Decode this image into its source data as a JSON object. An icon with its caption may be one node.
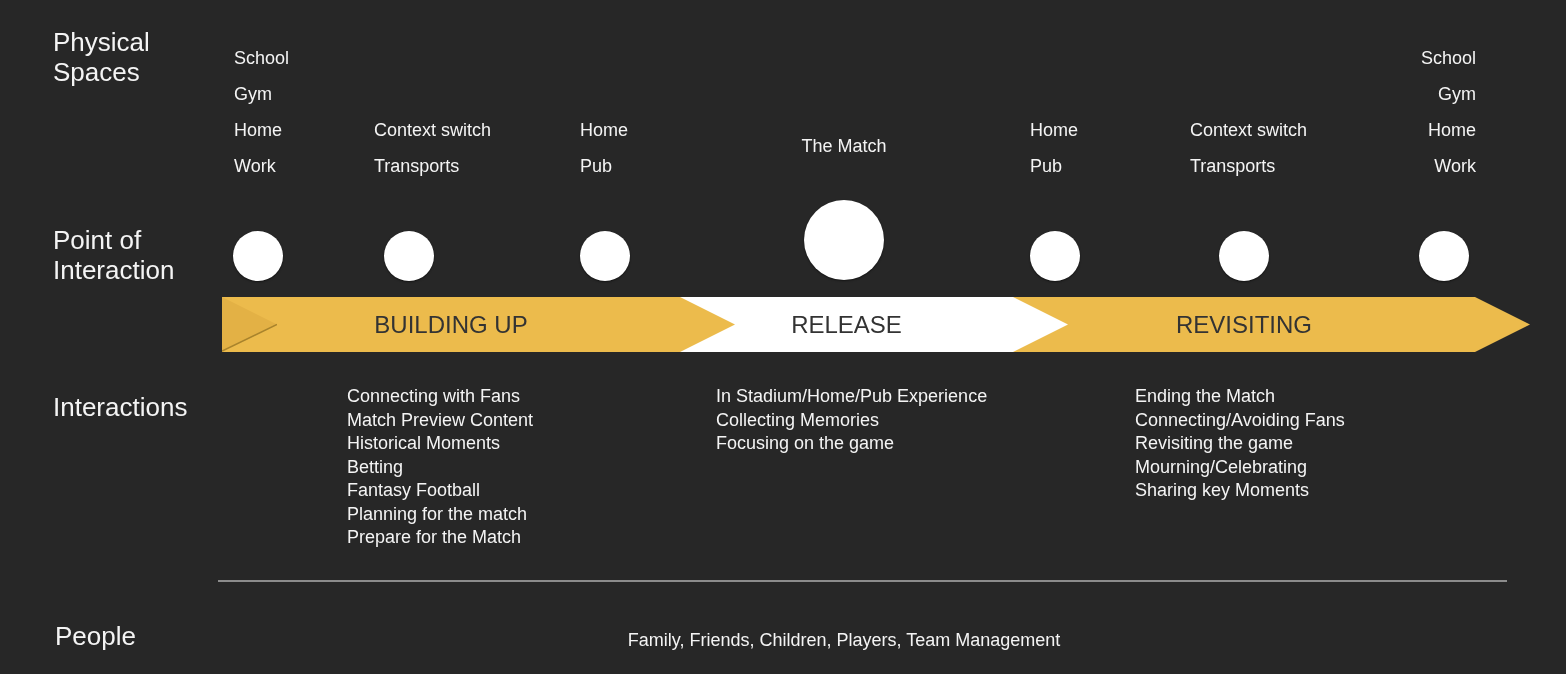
{
  "diagram": {
    "nodes": [
      {
        "text": [],
        "shape": "circle",
        "beside": [
          "School",
          "Gym",
          "Home",
          "Work"
        ]
      },
      {
        "text": [],
        "shape": "circle",
        "beside": [
          "Context switch",
          "Transports"
        ]
      },
      {
        "text": [],
        "shape": "circle",
        "beside": [
          "Home",
          "Pub"
        ]
      },
      {
        "text": [],
        "shape": "circle",
        "beside": [
          "The Match"
        ]
      },
      {
        "text": [],
        "shape": "circle",
        "beside": [
          "Home",
          "Pub"
        ]
      },
      {
        "text": [],
        "shape": "circle",
        "beside": [
          "Context switch",
          "Transports"
        ]
      },
      {
        "text": [],
        "shape": "circle",
        "beside": [
          "School",
          "Gym",
          "Home",
          "Work"
        ]
      },
      {
        "text": [
          "BUILDING UP"
        ],
        "beside": [
          "Connecting with Fans",
          "Match Preview Content",
          "Historical Moments",
          "Betting",
          "Fantasy Football",
          "Planning for the match",
          "Prepare for the Match"
        ]
      },
      {
        "text": [
          "RELEASE"
        ],
        "beside": [
          "In Stadium/Home/Pub Experience",
          "Collecting Memories",
          "Focusing on the game"
        ]
      },
      {
        "text": [
          "REVISITING"
        ],
        "beside": [
          "Ending the Match",
          "Connecting/Avoiding Fans",
          "Revisiting the game",
          "Mourning/Celebrating",
          "Sharing key Moments"
        ]
      }
    ],
    "labels": [
      "Physical Spaces",
      "Point of Interaction",
      "Interactions",
      "People",
      "Family, Friends, Children, Players, Team Management"
    ]
  }
}
